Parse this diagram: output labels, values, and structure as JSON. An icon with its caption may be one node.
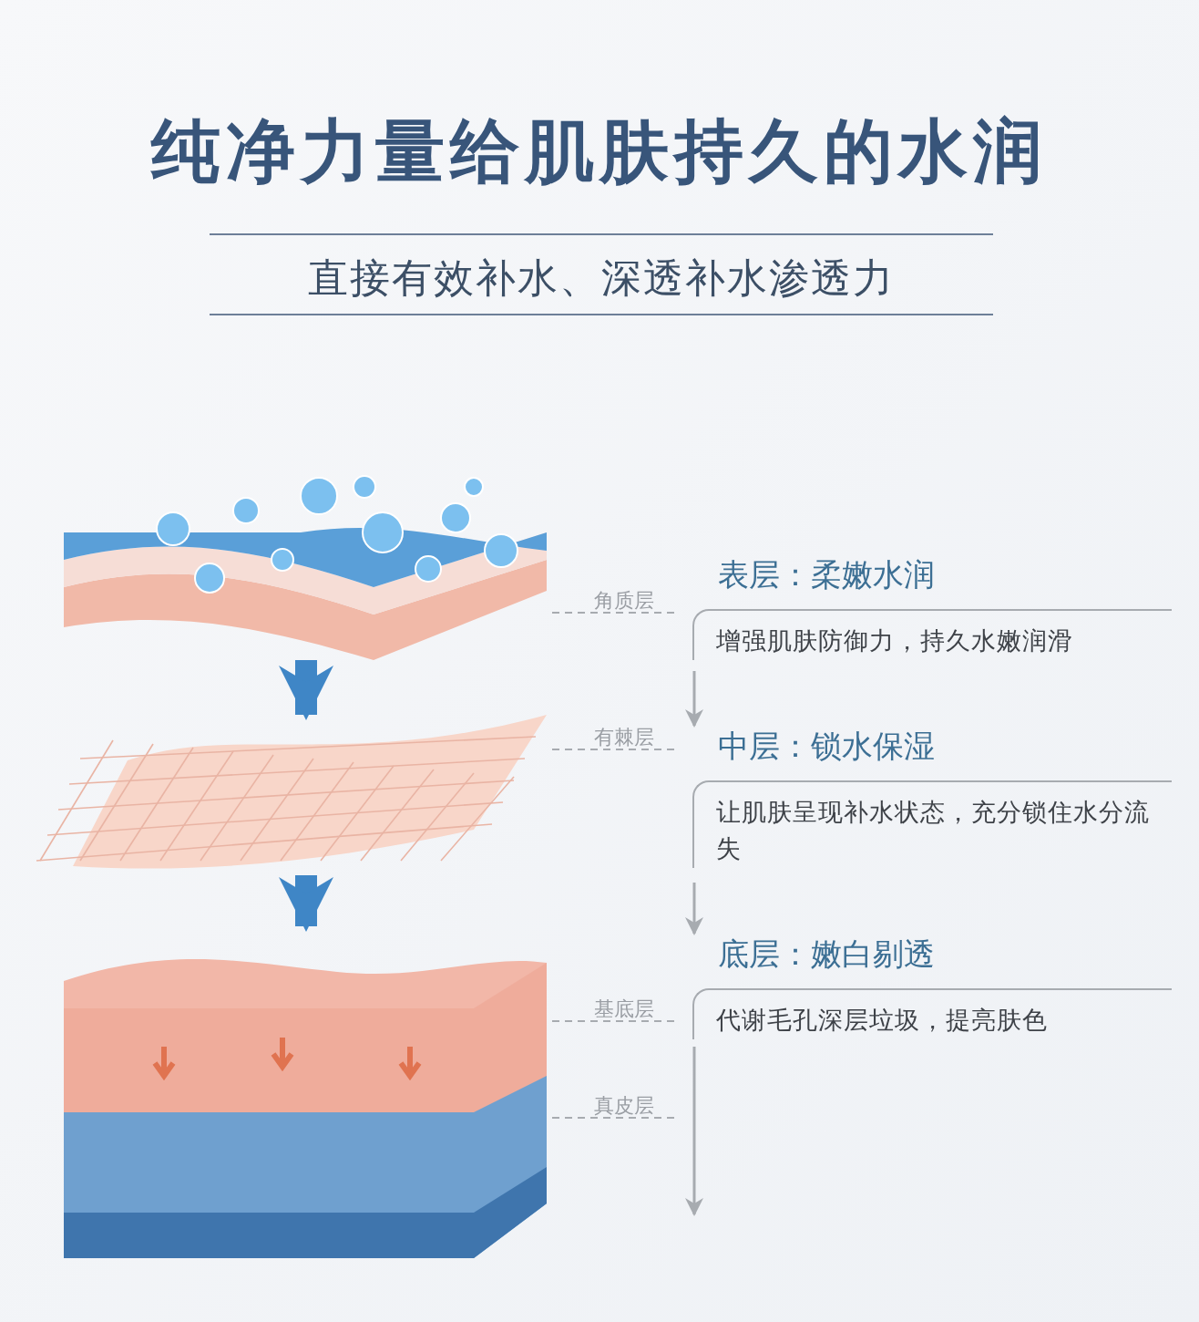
{
  "diagram": {
    "title": "纯净力量给肌肤持久的水润",
    "nodes": [
      {
        "text": [],
        "shape": "picture"
      },
      {
        "text": [],
        "shape": "picture"
      },
      {
        "text": [],
        "shape": "picture"
      },
      {
        "text": [],
        "shape": "picture"
      },
      {
        "text": [
          "角质层"
        ]
      },
      {
        "text": [
          "有棘层"
        ]
      },
      {
        "text": [
          "基底层"
        ]
      },
      {
        "text": [
          "真皮层"
        ]
      },
      {
        "text": [
          "表层：柔嫩水润",
          "增强肌肤防御力，持久水嫩润滑"
        ]
      },
      {
        "text": [
          "中层：锁水保湿",
          "让肌肤呈现补水状态，充分锁住水分流失"
        ]
      },
      {
        "text": [
          "底层：嫩白剔透",
          "代谢毛孔深层垃圾，提亮肤色"
        ]
      }
    ],
    "edges": [
      {
        "from": 0,
        "to": 1,
        "arrow": "to",
        "style": "thick",
        "color": "#3f86c6"
      },
      {
        "from": 1,
        "to": 2,
        "arrow": "to",
        "style": "thick",
        "color": "#3f86c6"
      },
      {
        "from": 4,
        "to": 0,
        "arrow": "none",
        "style": "dashed"
      },
      {
        "from": 5,
        "to": 1,
        "arrow": "none",
        "style": "dashed"
      },
      {
        "from": 6,
        "to": 2,
        "arrow": "none",
        "style": "dashed"
      },
      {
        "from": 7,
        "to": 3,
        "arrow": "none",
        "style": "dashed"
      },
      {
        "from": 8,
        "to": 9,
        "arrow": "to"
      },
      {
        "from": 9,
        "to": 10,
        "arrow": "to"
      },
      {
        "from": 10,
        "to": null,
        "arrow": "to"
      }
    ],
    "labels": [
      "直接有效补水、深透补水渗透力"
    ]
  }
}
